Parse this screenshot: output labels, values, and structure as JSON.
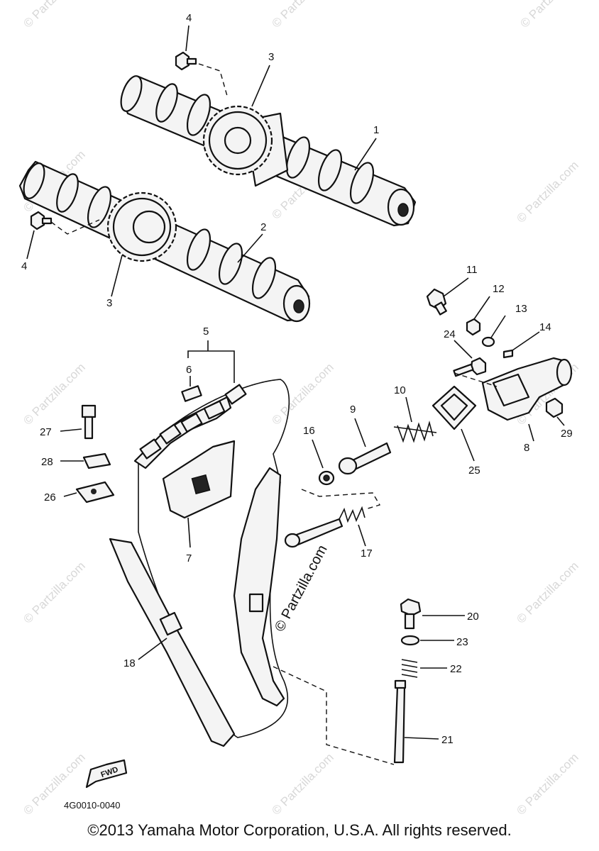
{
  "diagram": {
    "callouts": {
      "c1": "1",
      "c2": "2",
      "c3a": "3",
      "c3b": "3",
      "c4a": "4",
      "c4b": "4",
      "c5": "5",
      "c6": "6",
      "c7": "7",
      "c8": "8",
      "c9": "9",
      "c10": "10",
      "c11": "11",
      "c12": "12",
      "c13": "13",
      "c14": "14",
      "c16": "16",
      "c17": "17",
      "c18": "18",
      "c20": "20",
      "c21": "21",
      "c22": "22",
      "c23": "23",
      "c24": "24",
      "c25": "25",
      "c26": "26",
      "c27": "27",
      "c28": "28",
      "c29": "29"
    },
    "fwd_label": "FWD",
    "diagram_code": "4G0010-0040",
    "watermark": "© Partzilla.com",
    "watermark_center": "© Partzilla.com"
  },
  "footer": {
    "copyright": "©2013 Yamaha Motor Corporation, U.S.A. All rights reserved."
  }
}
